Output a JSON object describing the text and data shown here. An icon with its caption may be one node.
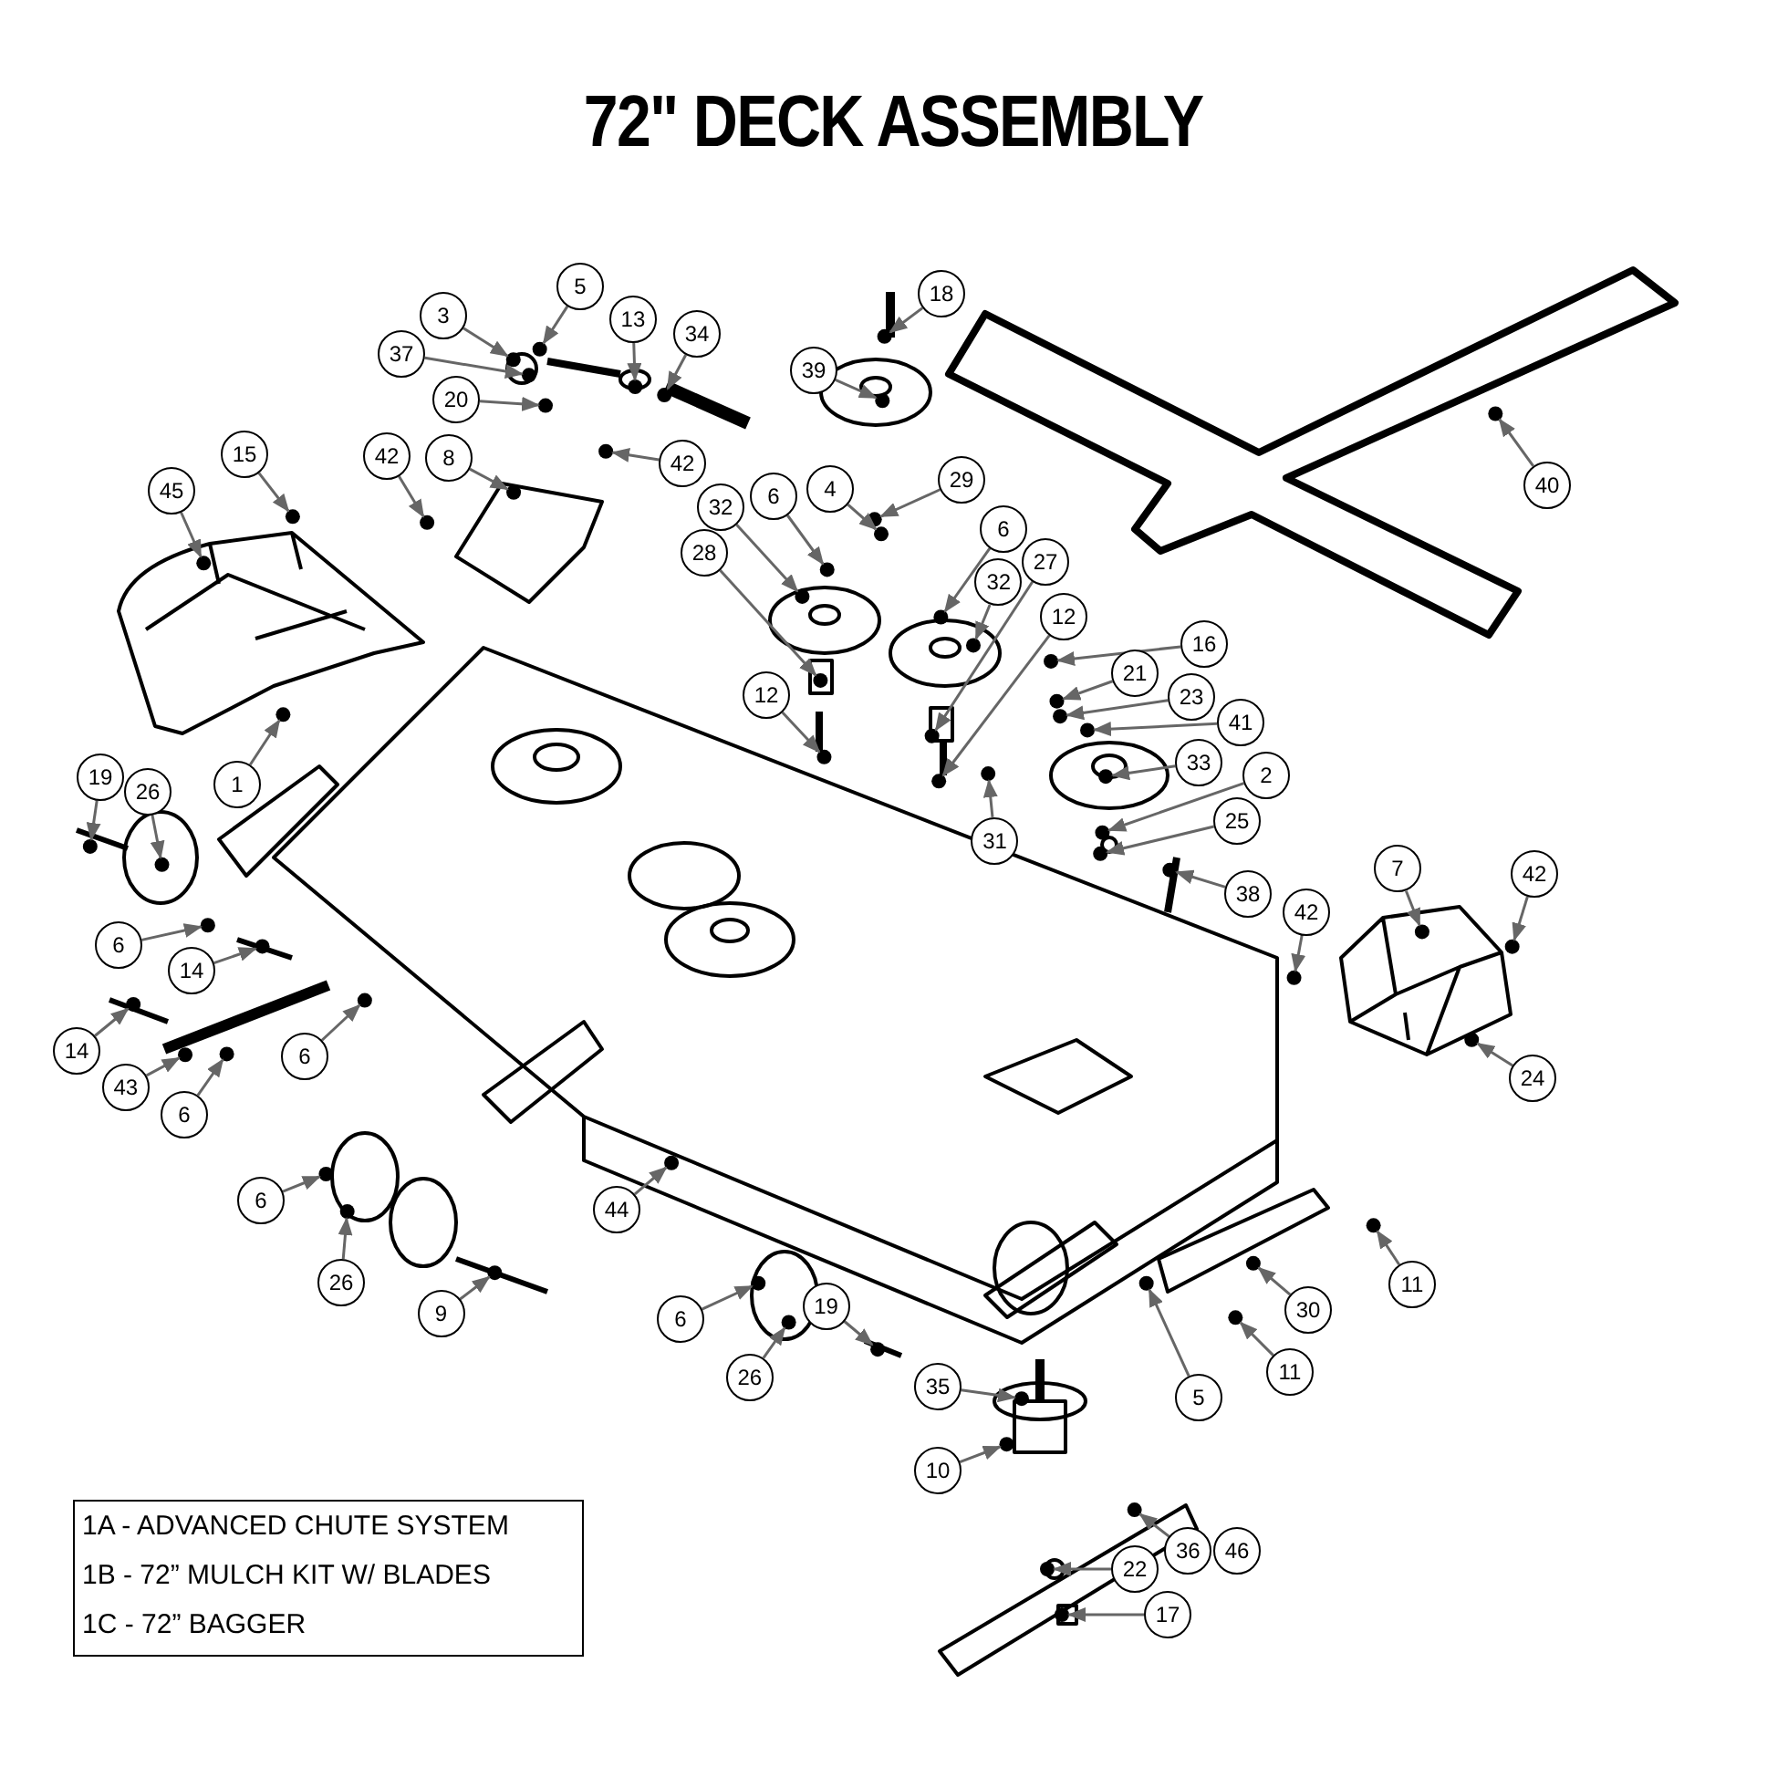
{
  "diagram": {
    "title": "72\" DECK ASSEMBLY",
    "nodes": [
      {
        "text": [
          "3"
        ]
      },
      {
        "text": [
          "5"
        ]
      },
      {
        "text": [
          "37"
        ]
      },
      {
        "text": [
          "13"
        ]
      },
      {
        "text": [
          "34"
        ]
      },
      {
        "text": [
          "20"
        ]
      },
      {
        "text": [
          "18"
        ]
      },
      {
        "text": [
          "39"
        ]
      },
      {
        "text": [
          "40"
        ]
      },
      {
        "text": [
          "15"
        ]
      },
      {
        "text": [
          "45"
        ]
      },
      {
        "text": [
          "42"
        ]
      },
      {
        "text": [
          "8"
        ]
      },
      {
        "text": [
          "42"
        ]
      },
      {
        "text": [
          "32"
        ]
      },
      {
        "text": [
          "6"
        ]
      },
      {
        "text": [
          "4"
        ]
      },
      {
        "text": [
          "29"
        ]
      },
      {
        "text": [
          "28"
        ]
      },
      {
        "text": [
          "6"
        ]
      },
      {
        "text": [
          "27"
        ]
      },
      {
        "text": [
          "32"
        ]
      },
      {
        "text": [
          "12"
        ]
      },
      {
        "text": [
          "12"
        ]
      },
      {
        "text": [
          "16"
        ]
      },
      {
        "text": [
          "21"
        ]
      },
      {
        "text": [
          "23"
        ]
      },
      {
        "text": [
          "41"
        ]
      },
      {
        "text": [
          "33"
        ]
      },
      {
        "text": [
          "2"
        ]
      },
      {
        "text": [
          "31"
        ]
      },
      {
        "text": [
          "25"
        ]
      },
      {
        "text": [
          "38"
        ]
      },
      {
        "text": [
          "1"
        ]
      },
      {
        "text": [
          "19"
        ]
      },
      {
        "text": [
          "26"
        ]
      },
      {
        "text": [
          "6"
        ]
      },
      {
        "text": [
          "14"
        ]
      },
      {
        "text": [
          "14"
        ]
      },
      {
        "text": [
          "43"
        ]
      },
      {
        "text": [
          "6"
        ]
      },
      {
        "text": [
          "6"
        ]
      },
      {
        "text": [
          "7"
        ]
      },
      {
        "text": [
          "42"
        ]
      },
      {
        "text": [
          "42"
        ]
      },
      {
        "text": [
          "24"
        ]
      },
      {
        "text": [
          "6"
        ]
      },
      {
        "text": [
          "26"
        ]
      },
      {
        "text": [
          "9"
        ]
      },
      {
        "text": [
          "44"
        ]
      },
      {
        "text": [
          "6"
        ]
      },
      {
        "text": [
          "26"
        ]
      },
      {
        "text": [
          "19"
        ]
      },
      {
        "text": [
          "11"
        ]
      },
      {
        "text": [
          "30"
        ]
      },
      {
        "text": [
          "11"
        ]
      },
      {
        "text": [
          "5"
        ]
      },
      {
        "text": [
          "35"
        ]
      },
      {
        "text": [
          "10"
        ]
      },
      {
        "text": [
          "36"
        ]
      },
      {
        "text": [
          "22"
        ]
      },
      {
        "text": [
          "17"
        ]
      },
      {
        "text": [
          "46"
        ]
      },
      {
        "text": [],
        "shape": "circle"
      },
      {
        "text": [],
        "shape": "circle"
      },
      {
        "text": [],
        "shape": "circle"
      },
      {
        "text": [],
        "shape": "circle"
      },
      {
        "text": [],
        "shape": "circle"
      },
      {
        "text": [],
        "shape": "circle"
      },
      {
        "text": [],
        "shape": "circle"
      },
      {
        "text": [],
        "shape": "circle"
      },
      {
        "text": [],
        "shape": "circle"
      },
      {
        "text": [],
        "shape": "circle"
      },
      {
        "text": [],
        "shape": "circle"
      },
      {
        "text": [],
        "shape": "circle"
      },
      {
        "text": [],
        "shape": "circle"
      },
      {
        "text": [],
        "shape": "circle"
      },
      {
        "text": [],
        "shape": "circle"
      },
      {
        "text": [],
        "shape": "circle"
      },
      {
        "text": [],
        "shape": "circle"
      },
      {
        "text": [],
        "shape": "circle"
      },
      {
        "text": [],
        "shape": "circle"
      },
      {
        "text": [],
        "shape": "circle"
      },
      {
        "text": [],
        "shape": "circle"
      },
      {
        "text": [],
        "shape": "circle"
      },
      {
        "text": [],
        "shape": "circle"
      },
      {
        "text": [],
        "shape": "circle"
      },
      {
        "text": [],
        "shape": "circle"
      },
      {
        "text": [],
        "shape": "circle"
      },
      {
        "text": [],
        "shape": "circle"
      },
      {
        "text": [],
        "shape": "circle"
      },
      {
        "text": [],
        "shape": "circle"
      },
      {
        "text": [],
        "shape": "circle"
      },
      {
        "text": [],
        "shape": "circle"
      },
      {
        "text": [],
        "shape": "circle"
      },
      {
        "text": [],
        "shape": "circle"
      },
      {
        "text": [],
        "shape": "circle"
      },
      {
        "text": [],
        "shape": "circle"
      },
      {
        "text": [],
        "shape": "circle"
      },
      {
        "text": [],
        "shape": "circle"
      },
      {
        "text": [],
        "shape": "circle"
      },
      {
        "text": [],
        "shape": "circle"
      },
      {
        "text": [],
        "shape": "circle"
      },
      {
        "text": [],
        "shape": "circle"
      },
      {
        "text": [],
        "shape": "circle"
      },
      {
        "text": [],
        "shape": "circle"
      },
      {
        "text": [],
        "shape": "circle"
      },
      {
        "text": [],
        "shape": "circle"
      },
      {
        "text": [],
        "shape": "circle"
      },
      {
        "text": [],
        "shape": "circle"
      },
      {
        "text": [],
        "shape": "circle"
      },
      {
        "text": [],
        "shape": "circle"
      },
      {
        "text": [],
        "shape": "circle"
      },
      {
        "text": [],
        "shape": "circle"
      },
      {
        "text": [],
        "shape": "circle"
      },
      {
        "text": [],
        "shape": "circle"
      },
      {
        "text": [],
        "shape": "circle"
      },
      {
        "text": [],
        "shape": "circle"
      },
      {
        "text": [],
        "shape": "circle"
      },
      {
        "text": [],
        "shape": "circle"
      },
      {
        "text": [],
        "shape": "circle"
      },
      {
        "text": [],
        "shape": "circle"
      },
      {
        "text": [],
        "shape": "circle"
      },
      {
        "text": [],
        "shape": "circle"
      },
      {
        "text": [],
        "shape": "circle"
      }
    ],
    "edges": [
      {
        "from": 0,
        "to": 63,
        "arrow": "to"
      },
      {
        "from": 1,
        "to": 64,
        "arrow": "to"
      },
      {
        "from": 2,
        "to": 65,
        "arrow": "to"
      },
      {
        "from": 3,
        "to": 66,
        "arrow": "to"
      },
      {
        "from": 4,
        "to": 67,
        "arrow": "to"
      },
      {
        "from": 5,
        "to": 68,
        "arrow": "to"
      },
      {
        "from": 6,
        "to": 69,
        "arrow": "to"
      },
      {
        "from": 7,
        "to": 70,
        "arrow": "to"
      },
      {
        "from": 8,
        "to": 71,
        "arrow": "to"
      },
      {
        "from": 9,
        "to": 72,
        "arrow": "to"
      },
      {
        "from": 10,
        "to": 73,
        "arrow": "to"
      },
      {
        "from": 11,
        "to": 74,
        "arrow": "to"
      },
      {
        "from": 12,
        "to": 75,
        "arrow": "to"
      },
      {
        "from": 13,
        "to": 76,
        "arrow": "to"
      },
      {
        "from": 14,
        "to": 77,
        "arrow": "to"
      },
      {
        "from": 15,
        "to": 78,
        "arrow": "to"
      },
      {
        "from": 16,
        "to": 79,
        "arrow": "to"
      },
      {
        "from": 17,
        "to": 80,
        "arrow": "to"
      },
      {
        "from": 18,
        "to": 81,
        "arrow": "to"
      },
      {
        "from": 19,
        "to": 82,
        "arrow": "to"
      },
      {
        "from": 20,
        "to": 83,
        "arrow": "to"
      },
      {
        "from": 21,
        "to": 84,
        "arrow": "to"
      },
      {
        "from": 22,
        "to": 85,
        "arrow": "to"
      },
      {
        "from": 23,
        "to": 86,
        "arrow": "to"
      },
      {
        "from": 24,
        "to": 87,
        "arrow": "to"
      },
      {
        "from": 25,
        "to": 88,
        "arrow": "to"
      },
      {
        "from": 26,
        "to": 89,
        "arrow": "to"
      },
      {
        "from": 27,
        "to": 90,
        "arrow": "to"
      },
      {
        "from": 28,
        "to": 91,
        "arrow": "to"
      },
      {
        "from": 29,
        "to": 92,
        "arrow": "to"
      },
      {
        "from": 30,
        "to": 93,
        "arrow": "to"
      },
      {
        "from": 31,
        "to": 94,
        "arrow": "to"
      },
      {
        "from": 32,
        "to": 95,
        "arrow": "to"
      },
      {
        "from": 33,
        "to": 96,
        "arrow": "to"
      },
      {
        "from": 34,
        "to": 97,
        "arrow": "to"
      },
      {
        "from": 35,
        "to": 98,
        "arrow": "to"
      },
      {
        "from": 36,
        "to": 99,
        "arrow": "to"
      },
      {
        "from": 37,
        "to": 100,
        "arrow": "to"
      },
      {
        "from": 38,
        "to": 101,
        "arrow": "to"
      },
      {
        "from": 39,
        "to": 102,
        "arrow": "to"
      },
      {
        "from": 40,
        "to": 103,
        "arrow": "to"
      },
      {
        "from": 41,
        "to": 104,
        "arrow": "to"
      },
      {
        "from": 42,
        "to": 105,
        "arrow": "to"
      },
      {
        "from": 43,
        "to": 106,
        "arrow": "to"
      },
      {
        "from": 44,
        "to": 107,
        "arrow": "to"
      },
      {
        "from": 45,
        "to": 108,
        "arrow": "to"
      },
      {
        "from": 46,
        "to": 109,
        "arrow": "to"
      },
      {
        "from": 47,
        "to": 110,
        "arrow": "to"
      },
      {
        "from": 48,
        "to": 111,
        "arrow": "to"
      },
      {
        "from": 49,
        "to": 112,
        "arrow": "to"
      },
      {
        "from": 50,
        "to": 113,
        "arrow": "to"
      },
      {
        "from": 51,
        "to": 114,
        "arrow": "to"
      },
      {
        "from": 52,
        "to": 115,
        "arrow": "to"
      },
      {
        "from": 53,
        "to": 116,
        "arrow": "to"
      },
      {
        "from": 54,
        "to": 117,
        "arrow": "to"
      },
      {
        "from": 55,
        "to": 118,
        "arrow": "to"
      },
      {
        "from": 56,
        "to": 119,
        "arrow": "to"
      },
      {
        "from": 57,
        "to": 120,
        "arrow": "to"
      },
      {
        "from": 58,
        "to": 121,
        "arrow": "to"
      },
      {
        "from": 59,
        "to": 122,
        "arrow": "to"
      },
      {
        "from": 60,
        "to": 123,
        "arrow": "to"
      },
      {
        "from": 61,
        "to": 124,
        "arrow": "to"
      }
    ],
    "labels": [
      "1A - ADVANCED CHUTE SYSTEM",
      "1B - 72” MULCH KIT W/ BLADES",
      "1C - 72” BAGGER"
    ]
  }
}
